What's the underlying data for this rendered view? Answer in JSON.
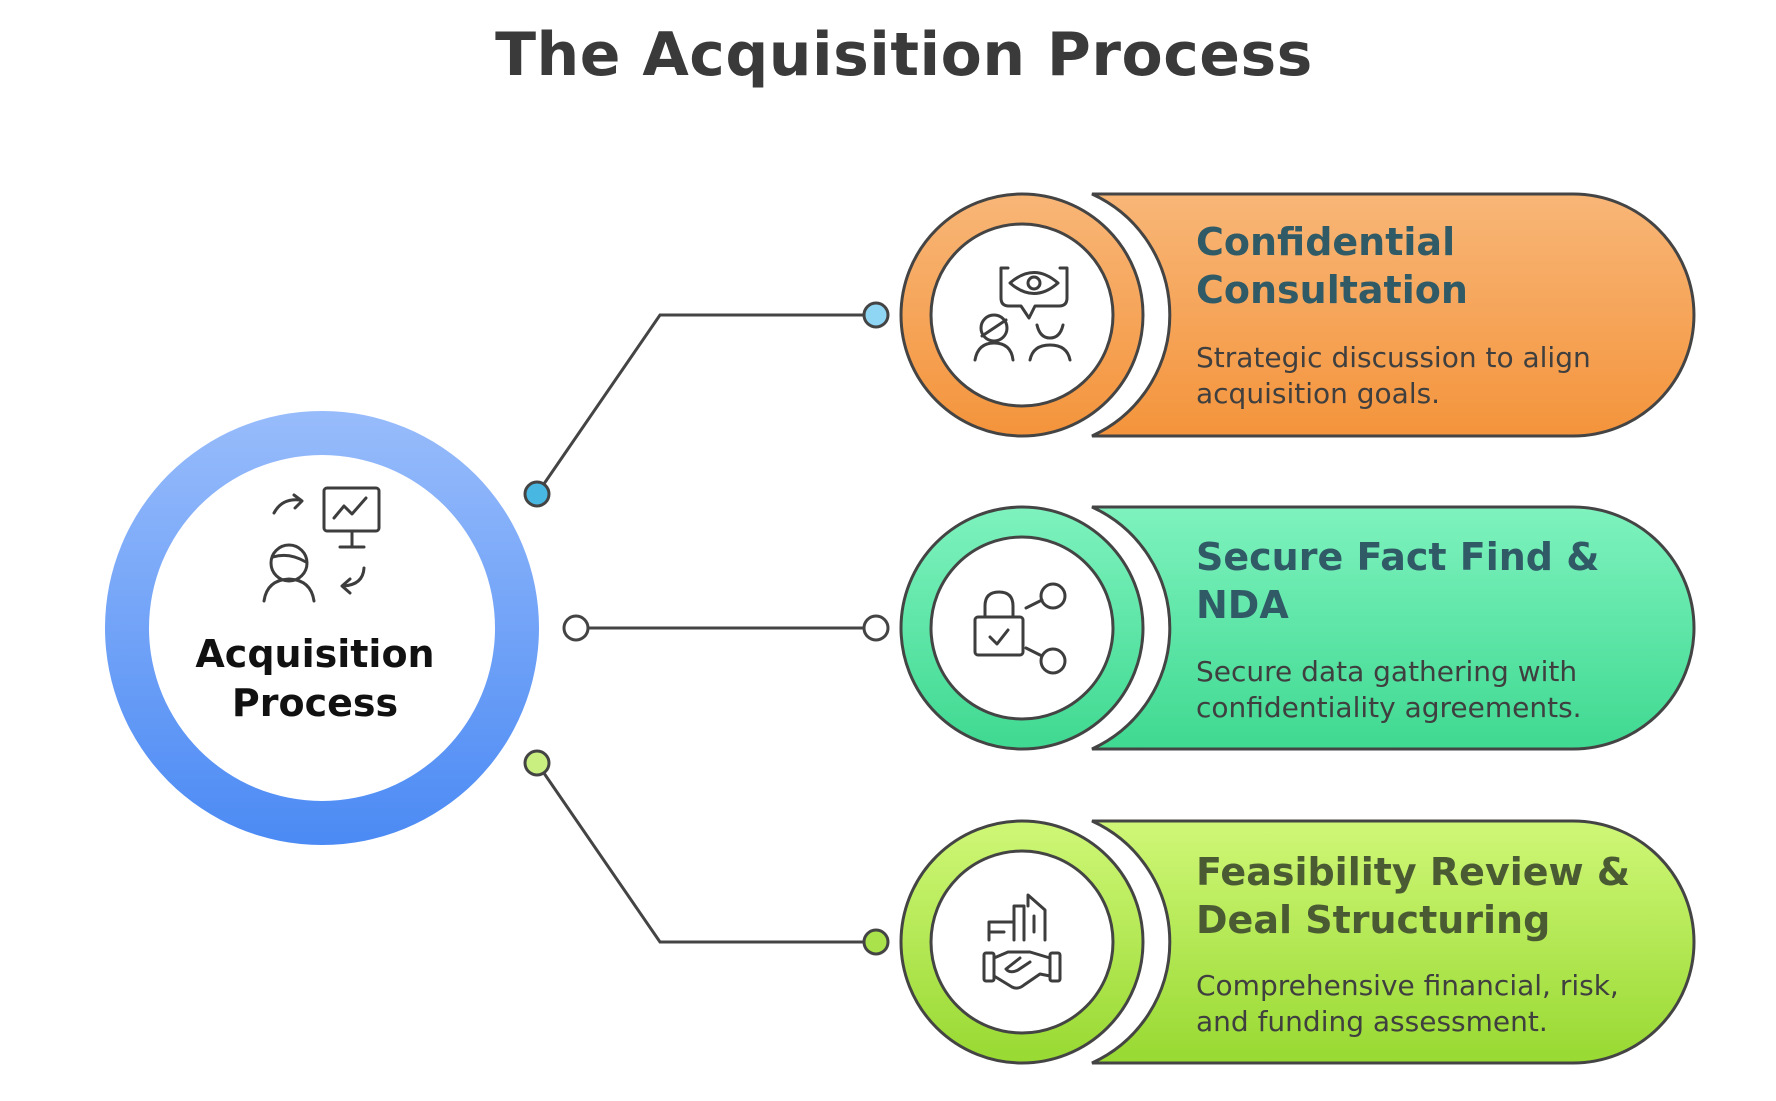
{
  "title": "The Acquisition Process",
  "center": {
    "label_line1": "Acquisition",
    "label_line2": "Process",
    "icon": "meeting-presentation-icon",
    "color": "#5b96f5"
  },
  "steps": [
    {
      "title": "Confidential Consultation",
      "description": "Strategic discussion to align acquisition goals.",
      "icon": "consultation-eye-people-icon",
      "color": "#f5a04f",
      "connector_color": "#48b8e3"
    },
    {
      "title": "Secure Fact Find & NDA",
      "description": "Secure data gathering with confidentiality agreements.",
      "icon": "lock-share-icon",
      "color": "#57e3a4",
      "connector_color": "#ffffff"
    },
    {
      "title": "Feasibility Review & Deal Structuring",
      "description": "Comprehensive financial, risk, and funding assessment.",
      "icon": "handshake-buildings-icon",
      "color": "#a9e24a",
      "connector_color": "#a9e24a"
    }
  ]
}
